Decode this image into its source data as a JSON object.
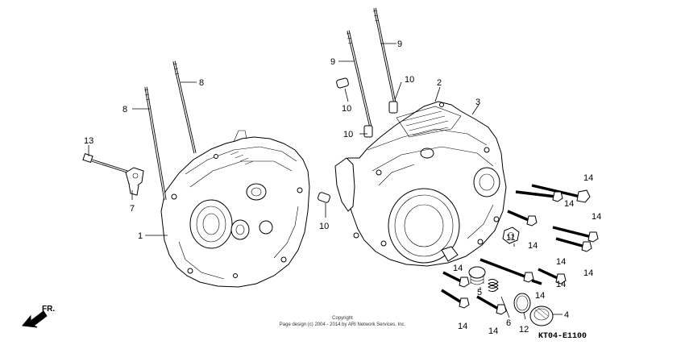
{
  "diagram": {
    "direction_label": "FR.",
    "reference_code": "KT04-E1100",
    "copyright_line1": "Copyright",
    "copyright_line2": "Page design (c) 2004 - 2014 by ARI Network Services, Inc."
  },
  "callouts": [
    {
      "id": "c13",
      "label": "13"
    },
    {
      "id": "c7",
      "label": "7"
    },
    {
      "id": "c1",
      "label": "1"
    },
    {
      "id": "c8a",
      "label": "8"
    },
    {
      "id": "c8b",
      "label": "8"
    },
    {
      "id": "c9a",
      "label": "9"
    },
    {
      "id": "c9b",
      "label": "9"
    },
    {
      "id": "c10a",
      "label": "10"
    },
    {
      "id": "c10b",
      "label": "10"
    },
    {
      "id": "c10c",
      "label": "10"
    },
    {
      "id": "c10d",
      "label": "10"
    },
    {
      "id": "c2",
      "label": "2"
    },
    {
      "id": "c3",
      "label": "3"
    },
    {
      "id": "c14a",
      "label": "14"
    },
    {
      "id": "c14b",
      "label": "14"
    },
    {
      "id": "c14c",
      "label": "14"
    },
    {
      "id": "c14d",
      "label": "14"
    },
    {
      "id": "c14e",
      "label": "14"
    },
    {
      "id": "c14f",
      "label": "14"
    },
    {
      "id": "c14g",
      "label": "14"
    },
    {
      "id": "c14h",
      "label": "14"
    },
    {
      "id": "c14i",
      "label": "14"
    },
    {
      "id": "c14j",
      "label": "14"
    },
    {
      "id": "c14k",
      "label": "14"
    },
    {
      "id": "c11",
      "label": "11"
    },
    {
      "id": "c5",
      "label": "5"
    },
    {
      "id": "c6",
      "label": "6"
    },
    {
      "id": "c12",
      "label": "12"
    },
    {
      "id": "c4",
      "label": "4"
    }
  ]
}
